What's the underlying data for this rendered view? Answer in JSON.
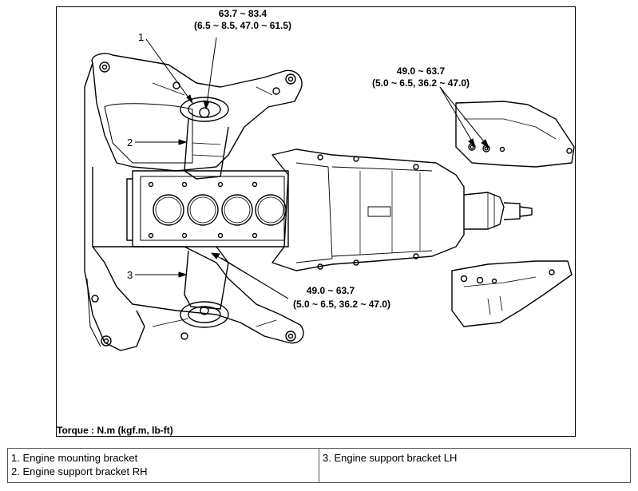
{
  "callouts": {
    "c1": "1",
    "c2": "2",
    "c3": "3"
  },
  "torques": {
    "top": {
      "line1": "63.7 ~ 83.4",
      "line2": "(6.5 ~ 8.5, 47.0 ~ 61.5)"
    },
    "right": {
      "line1": "49.0 ~ 63.7",
      "line2": "(5.0 ~ 6.5, 36.2 ~ 47.0)"
    },
    "bottom": {
      "line1": "49.0 ~ 63.7",
      "line2": "(5.0 ~ 6.5, 36.2 ~ 47.0)"
    }
  },
  "caption": "Torque : N.m (kgf.m, lb-ft)",
  "legend": {
    "item1": "1. Engine mounting bracket",
    "item2": "2. Engine support bracket RH",
    "item3": "3. Engine support bracket LH"
  }
}
